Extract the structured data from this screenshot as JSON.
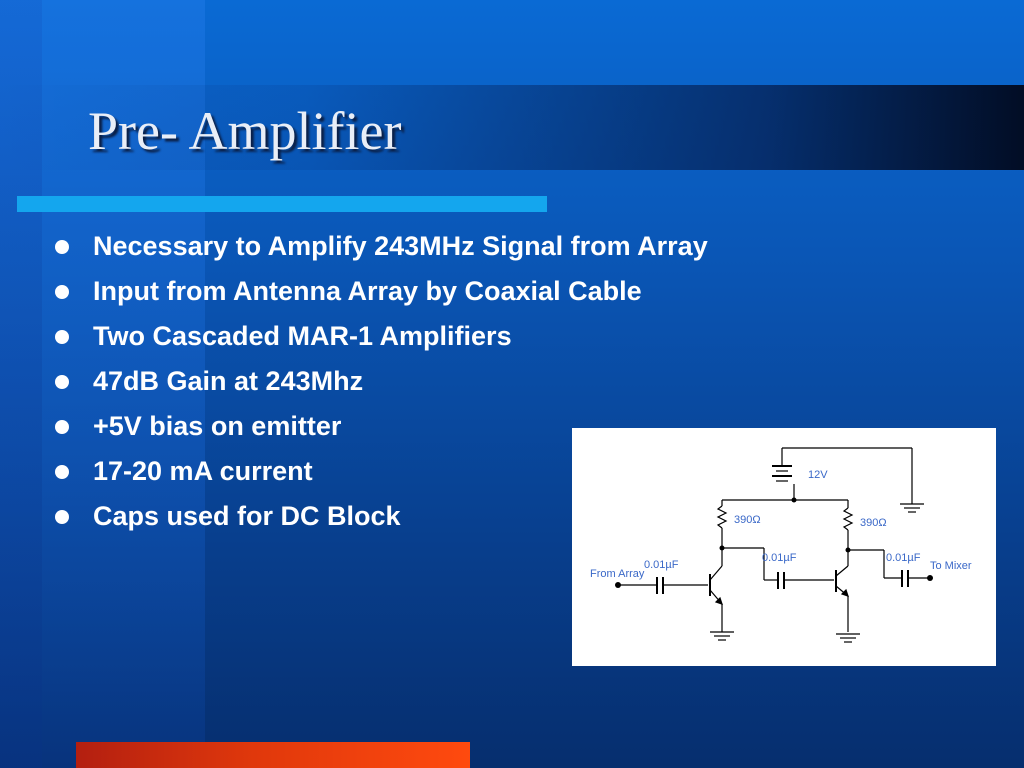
{
  "slide": {
    "title": "Pre- Amplifier",
    "bullets": [
      "Necessary to Amplify 243MHz Signal from Array",
      "Input from Antenna Array by Coaxial Cable",
      "Two Cascaded MAR-1 Amplifiers",
      "47dB Gain at 243Mhz",
      "+5V bias on emitter",
      "17-20 mA current",
      "Caps used for DC Block"
    ]
  },
  "schematic": {
    "battery_label": "12V",
    "resistor1_label": "390Ω",
    "resistor2_label": "390Ω",
    "cap1_label": "0.01µF",
    "cap2_label": "0.01µF",
    "cap3_label": "0.01µF",
    "input_label": "From Array",
    "output_label": "To Mixer"
  },
  "colors": {
    "background": "#0a55b4",
    "title_underline": "#14a6ee",
    "bottom_bar": "#e0380c",
    "schematic_label": "#3a68c8"
  }
}
